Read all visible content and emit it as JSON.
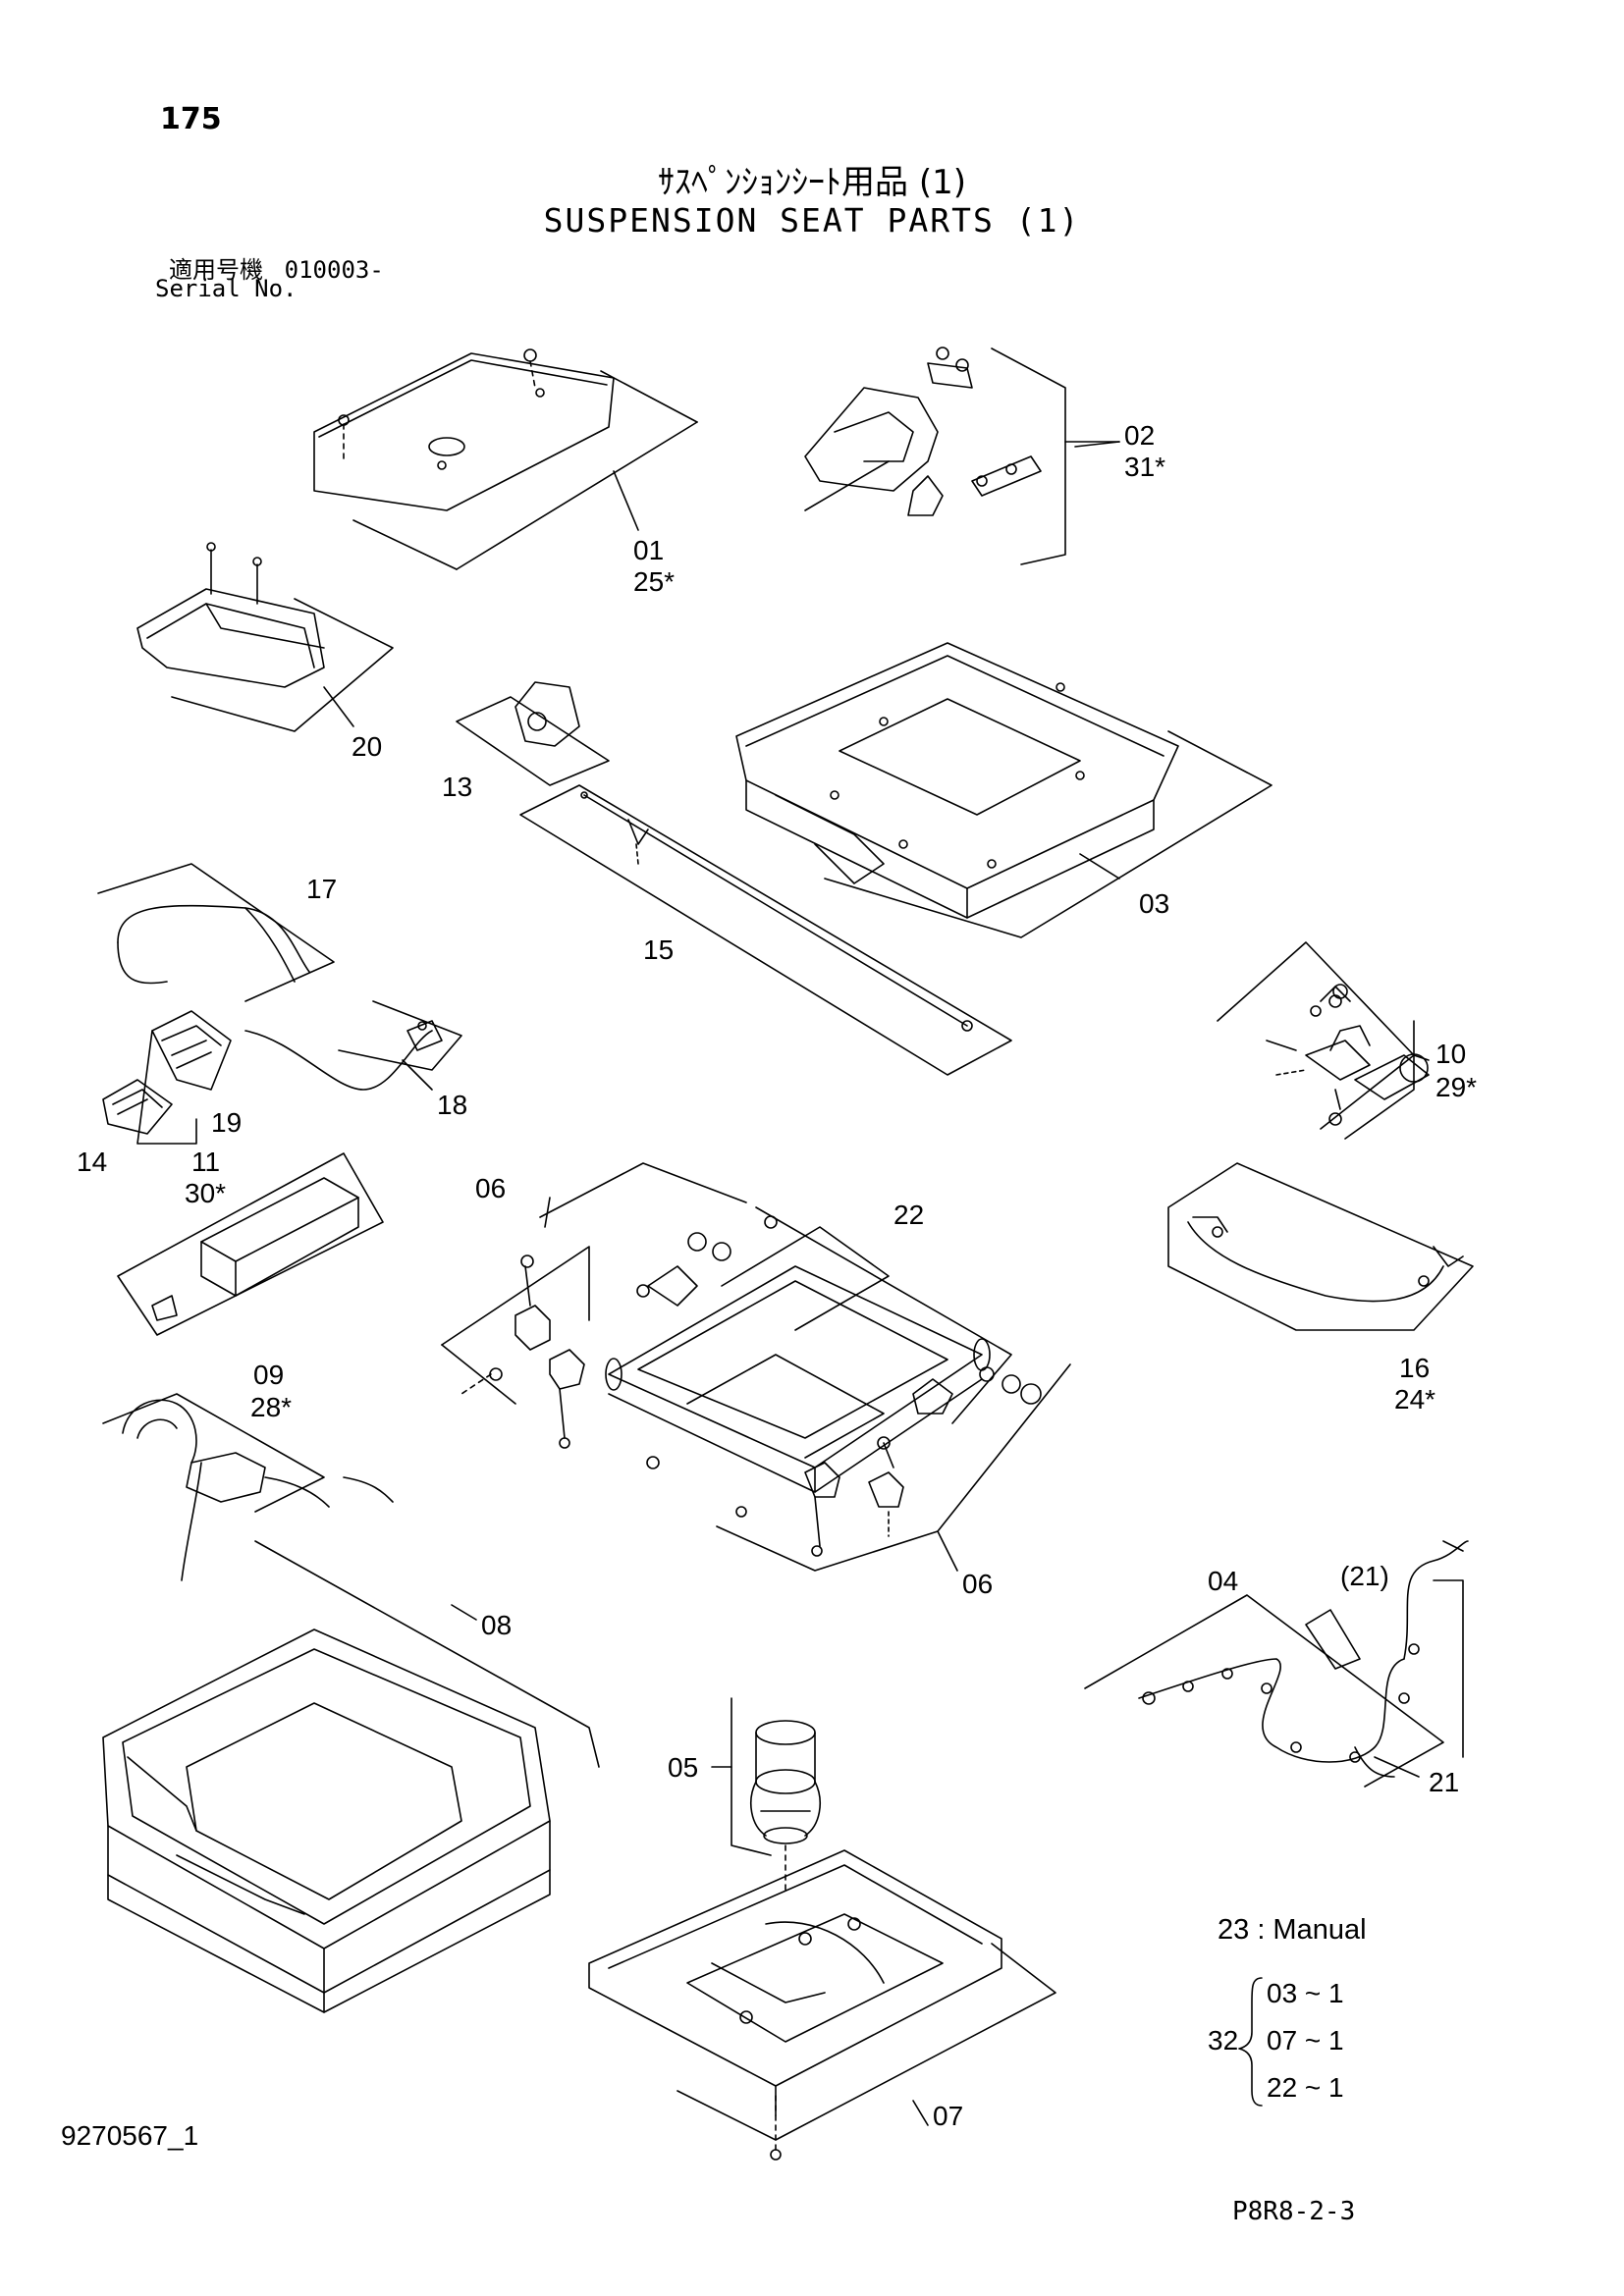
{
  "header": {
    "page_number": "175",
    "title_jp": "ｻｽﾍﾟﾝｼｮﾝｼｰﾄ用品 (1)",
    "title_en": "SUSPENSION SEAT PARTS (1)",
    "serial_label_jp": "適用号機",
    "serial_value": "010003-",
    "serial_label_en": "Serial No."
  },
  "callouts": {
    "c01": "01",
    "c25": "25*",
    "c02": "02",
    "c31": "31*",
    "c20": "20",
    "c13": "13",
    "c03": "03",
    "c15": "15",
    "c17": "17",
    "c18": "18",
    "c19": "19",
    "c14": "14",
    "c11": "11",
    "c30": "30*",
    "c10": "10",
    "c29": "29*",
    "c06a": "06",
    "c06b": "06",
    "c22": "22",
    "c16": "16",
    "c24": "24*",
    "c09": "09",
    "c28": "28*",
    "c04": "04",
    "c21p": "(21)",
    "c21": "21",
    "c08": "08",
    "c05": "05",
    "c07": "07"
  },
  "notes": {
    "manual": "23 : Manual",
    "set_number": "32",
    "set_items": [
      "03 ~ 1",
      "07 ~ 1",
      "22 ~ 1"
    ]
  },
  "footer": {
    "drawing_number": "9270567_1",
    "page_code": "P8R8-2-3"
  }
}
